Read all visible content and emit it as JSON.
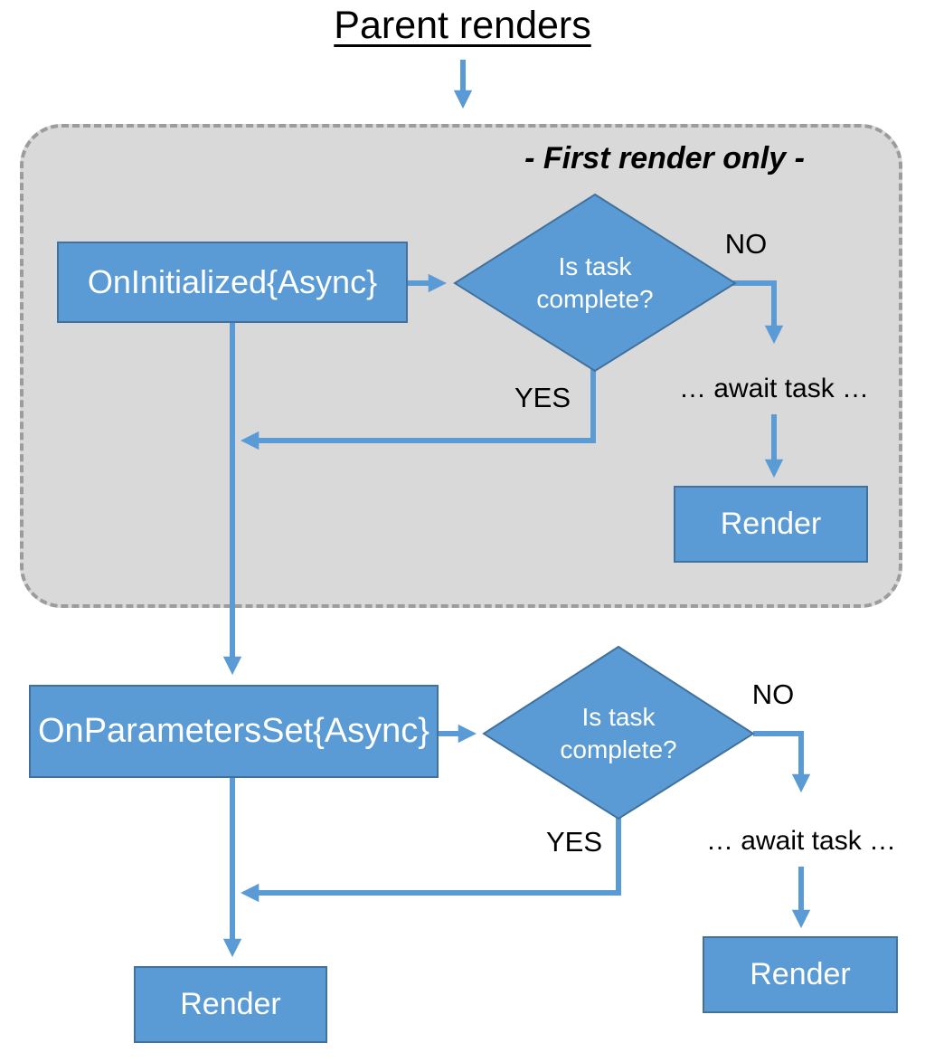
{
  "title": "Parent renders",
  "colors": {
    "node_fill": "#5B9BD5",
    "node_border": "#41719C",
    "arrow": "#5B9BD5",
    "section_fill": "#D9D9D9",
    "section_border": "#9C9C9C",
    "text_dark": "#000000",
    "text_light": "#FFFFFF"
  },
  "first_render_section": {
    "label": "- First render only -",
    "nodes": {
      "oninitialized": "OnInitialized{Async}",
      "decision": "Is task complete?",
      "render": "Render"
    },
    "branch_labels": {
      "no": "NO",
      "yes": "YES"
    },
    "await_text": "… await task …"
  },
  "after_first_render": {
    "nodes": {
      "onparametersset": "OnParametersSet{Async}",
      "decision": "Is task complete?",
      "render_yes": "Render",
      "render_no": "Render"
    },
    "branch_labels": {
      "no": "NO",
      "yes": "YES"
    },
    "await_text": "… await task …"
  }
}
